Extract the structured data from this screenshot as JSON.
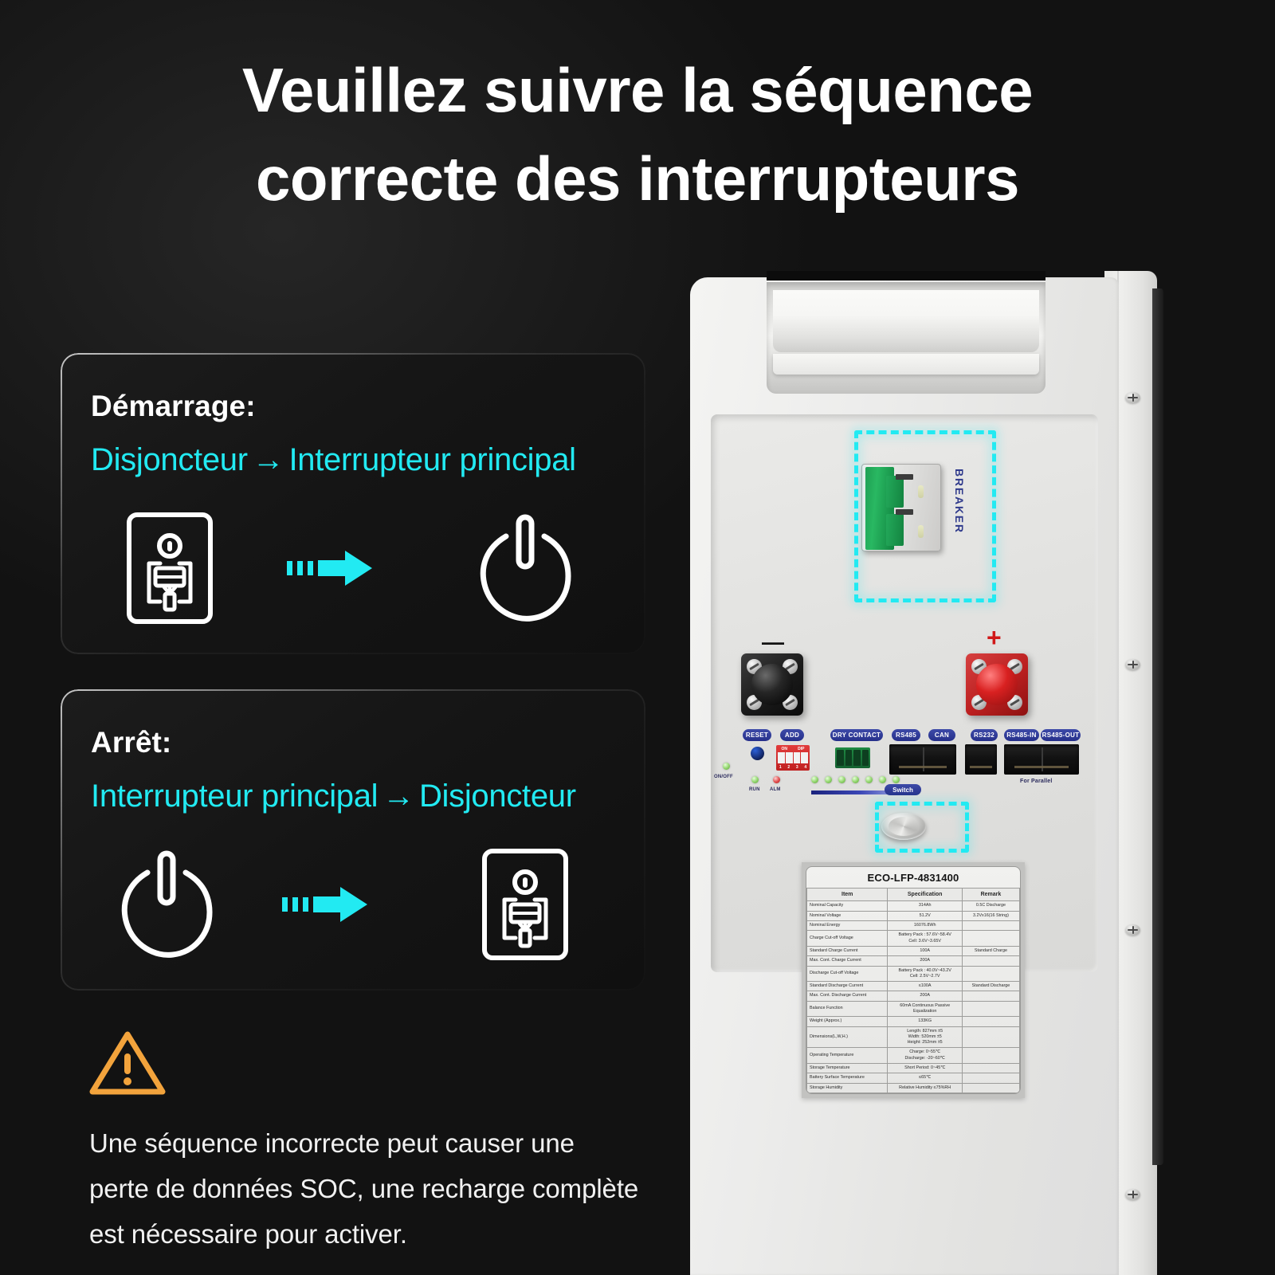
{
  "title": {
    "line1": "Veuillez suivre la séquence",
    "line2": "correcte des interrupteurs"
  },
  "colors": {
    "accent_cyan": "#22EAF2",
    "warning_amber": "#F2A33C",
    "background": "#121212",
    "card_background": "#161616",
    "text_white": "#FFFFFF",
    "badge_blue": "#2F3A8C"
  },
  "cards": [
    {
      "id": "start",
      "heading": "Démarrage:",
      "sequence": {
        "from": "Disjoncteur",
        "arrow": "→",
        "to": "Interrupteur principal"
      },
      "left_icon": "circuit-breaker-icon",
      "flow_icon": "motion-arrow-icon",
      "right_icon": "power-button-icon"
    },
    {
      "id": "stop",
      "heading": "Arrêt:",
      "sequence": {
        "from": "Interrupteur principal",
        "arrow": "→",
        "to": "Disjoncteur"
      },
      "left_icon": "power-button-icon",
      "flow_icon": "motion-arrow-icon",
      "right_icon": "circuit-breaker-icon"
    }
  ],
  "warning": {
    "icon": "warning-triangle-icon",
    "line1": "Une séquence incorrecte peut causer une",
    "line2": "perte de données SOC, une recharge complète",
    "line3": "est nécessaire pour activer."
  },
  "device": {
    "breaker_label": "BREAKER",
    "switch_label": "Switch",
    "parallel_label": "For Parallel",
    "pole_negative": "—",
    "pole_positive": "+",
    "port_badges": {
      "reset": "RESET",
      "add": "ADD",
      "dry_contact": "DRY CONTACT",
      "rs485": "RS485",
      "can": "CAN",
      "rs232": "RS232",
      "rs485_in": "RS485-IN",
      "rs485_out": "RS485-OUT"
    },
    "indicator_labels": {
      "onoff": "ON/OFF",
      "run": "RUN",
      "alm": "ALM"
    },
    "dip_labels": {
      "on": "ON",
      "dip": "DIP",
      "digits": [
        "1",
        "2",
        "3",
        "4"
      ]
    },
    "spec_label": {
      "model": "ECO-LFP-4831400",
      "headers": [
        "Item",
        "Specification",
        "Remark"
      ],
      "rows": [
        {
          "item": "Nominal Capacity",
          "spec": "314Ah",
          "remark": "0.5C Discharge"
        },
        {
          "item": "Nominal Voltage",
          "spec": "51.2V",
          "remark": "3.2Vx16(16 String)"
        },
        {
          "item": "Nominal Energy",
          "spec": "16076.8Wh",
          "remark": ""
        },
        {
          "item": "Charge Cut-off Voltage",
          "spec": "Battery Pack : 57.6V~58.4V\nCell: 3.6V~3.65V",
          "remark": ""
        },
        {
          "item": "Standard Charge Current",
          "spec": "100A",
          "remark": "Standard Charge"
        },
        {
          "item": "Max. Cont. Charge Current",
          "spec": "200A",
          "remark": ""
        },
        {
          "item": "Discharge Cut-off Voltage",
          "spec": "Battery Pack : 40.0V~43.2V\nCell: 2.5V~2.7V",
          "remark": ""
        },
        {
          "item": "Standard Discharge Current",
          "spec": "≤100A",
          "remark": "Standard Discharge"
        },
        {
          "item": "Max. Cont. Discharge Current",
          "spec": "200A",
          "remark": ""
        },
        {
          "item": "Balance Function",
          "spec": "60mA Continuous Passive\nEqualization",
          "remark": ""
        },
        {
          "item": "Weight (Approx.)",
          "spec": "133KG",
          "remark": ""
        },
        {
          "item": "Dimensions(L,W,H.)",
          "spec": "Length: 827mm ±5\nWidth: 520mm ±5\nHeight: 252mm ±5",
          "remark": ""
        },
        {
          "item": "Operating Temperature",
          "spec": "Charge: 0~55℃\nDischarge: -20~60℃",
          "remark": ""
        },
        {
          "item": "Storage Temperature",
          "spec": "Short Period: 0~45℃",
          "remark": ""
        },
        {
          "item": "Battery Surface Temperature",
          "spec": "≤65℃",
          "remark": ""
        },
        {
          "item": "Storage Humidity",
          "spec": "Relative Humidity ≤75%RH",
          "remark": ""
        }
      ]
    }
  }
}
